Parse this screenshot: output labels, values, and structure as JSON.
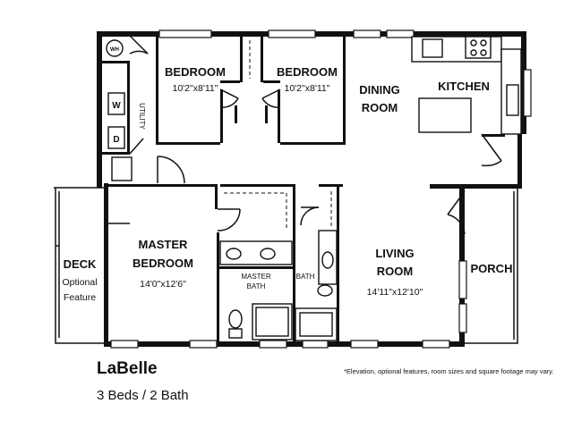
{
  "plan": {
    "name": "LaBelle",
    "summary": "3 Beds / 2 Bath",
    "disclaimer": "*Elevation, optional features, room sizes and square footage may vary."
  },
  "rooms": {
    "bedroom_1": {
      "name": "BEDROOM",
      "size": "10'2\"x8'11\""
    },
    "bedroom_2": {
      "name": "BEDROOM",
      "size": "10'2\"x8'11\""
    },
    "dining": {
      "line1": "DINING",
      "line2": "ROOM"
    },
    "kitchen": {
      "name": "KITCHEN"
    },
    "master_bedroom": {
      "line1": "MASTER",
      "line2": "BEDROOM",
      "size": "14'0\"x12'6\""
    },
    "master_bath": {
      "line1": "MASTER",
      "line2": "BATH"
    },
    "bath": {
      "name": "BATH"
    },
    "living": {
      "line1": "LIVING",
      "line2": "ROOM",
      "size": "14'11\"x12'10\""
    },
    "utility": {
      "name": "UTILITY"
    },
    "deck": {
      "line1": "DECK",
      "line2": "Optional",
      "line3": "Feature"
    },
    "porch": {
      "name": "PORCH"
    }
  },
  "appliances": {
    "water_heater": "WH",
    "washer": "W",
    "dryer": "D"
  }
}
